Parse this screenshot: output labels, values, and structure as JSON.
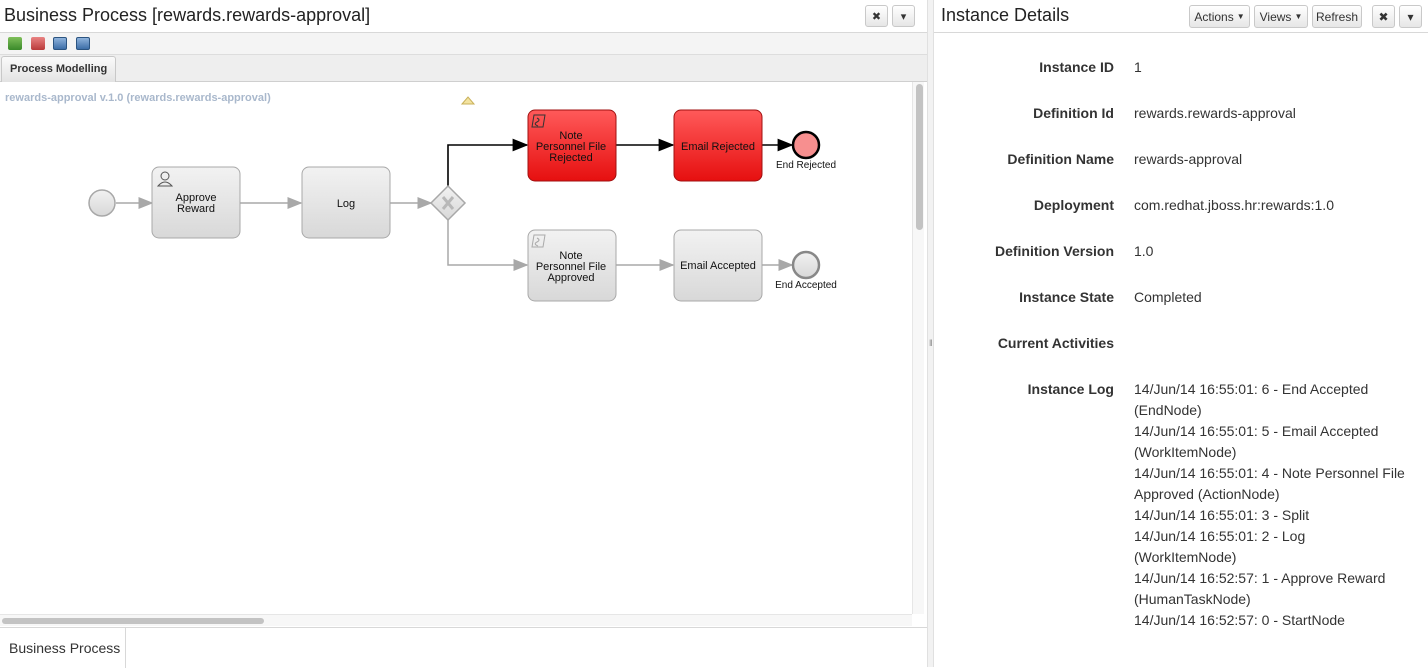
{
  "left_panel": {
    "title": "Business Process [rewards.rewards-approval]",
    "close_label": "✖",
    "menu_label": "▾",
    "tab_label": "Process Modelling",
    "canvas_label": "rewards-approval v.1.0 (rewards.rewards-approval)",
    "bottom_tab_label": "Business Process"
  },
  "toolbar": {
    "icons": [
      "zoom-in-icon",
      "zoom-out-icon",
      "fit-icon",
      "fullscreen-icon"
    ]
  },
  "diagram": {
    "nodes": {
      "approve": [
        "Approve",
        "Reward"
      ],
      "log": "Log",
      "note_rejected": [
        "Note",
        "Personnel File",
        "Rejected"
      ],
      "email_rejected": "Email Rejected",
      "end_rejected": "End Rejected",
      "note_approved": [
        "Note",
        "Personnel File",
        "Approved"
      ],
      "email_accepted": "Email Accepted",
      "end_accepted": "End Accepted"
    },
    "colors": {
      "active_fill": "#ee1c1c",
      "normal_fill": "#e4e4e4",
      "edge_default": "#a8a8a8",
      "edge_active": "#000000"
    }
  },
  "right_panel": {
    "title": "Instance Details",
    "actions_label": "Actions",
    "views_label": "Views",
    "refresh_label": "Refresh",
    "close_label": "✖",
    "menu_label": "▾",
    "details": [
      {
        "label": "Instance ID",
        "value": "1"
      },
      {
        "label": "Definition Id",
        "value": "rewards.rewards-approval"
      },
      {
        "label": "Definition Name",
        "value": "rewards-approval"
      },
      {
        "label": "Deployment",
        "value": "com.redhat.jboss.hr:rewards:1.0"
      },
      {
        "label": "Definition Version",
        "value": "1.0"
      },
      {
        "label": "Instance State",
        "value": "Completed"
      },
      {
        "label": "Current Activities",
        "value": ""
      }
    ],
    "log_label": "Instance Log",
    "log": [
      "14/Jun/14 16:55:01: 6 - End Accepted",
      "(EndNode)",
      "14/Jun/14 16:55:01: 5 - Email Accepted",
      "(WorkItemNode)",
      "14/Jun/14 16:55:01: 4 - Note Personnel File",
      "Approved (ActionNode)",
      "14/Jun/14 16:55:01: 3 - Split",
      "14/Jun/14 16:55:01: 2 - Log",
      "(WorkItemNode)",
      "14/Jun/14 16:52:57: 1 - Approve Reward",
      "(HumanTaskNode)",
      "14/Jun/14 16:52:57: 0 - StartNode"
    ]
  }
}
